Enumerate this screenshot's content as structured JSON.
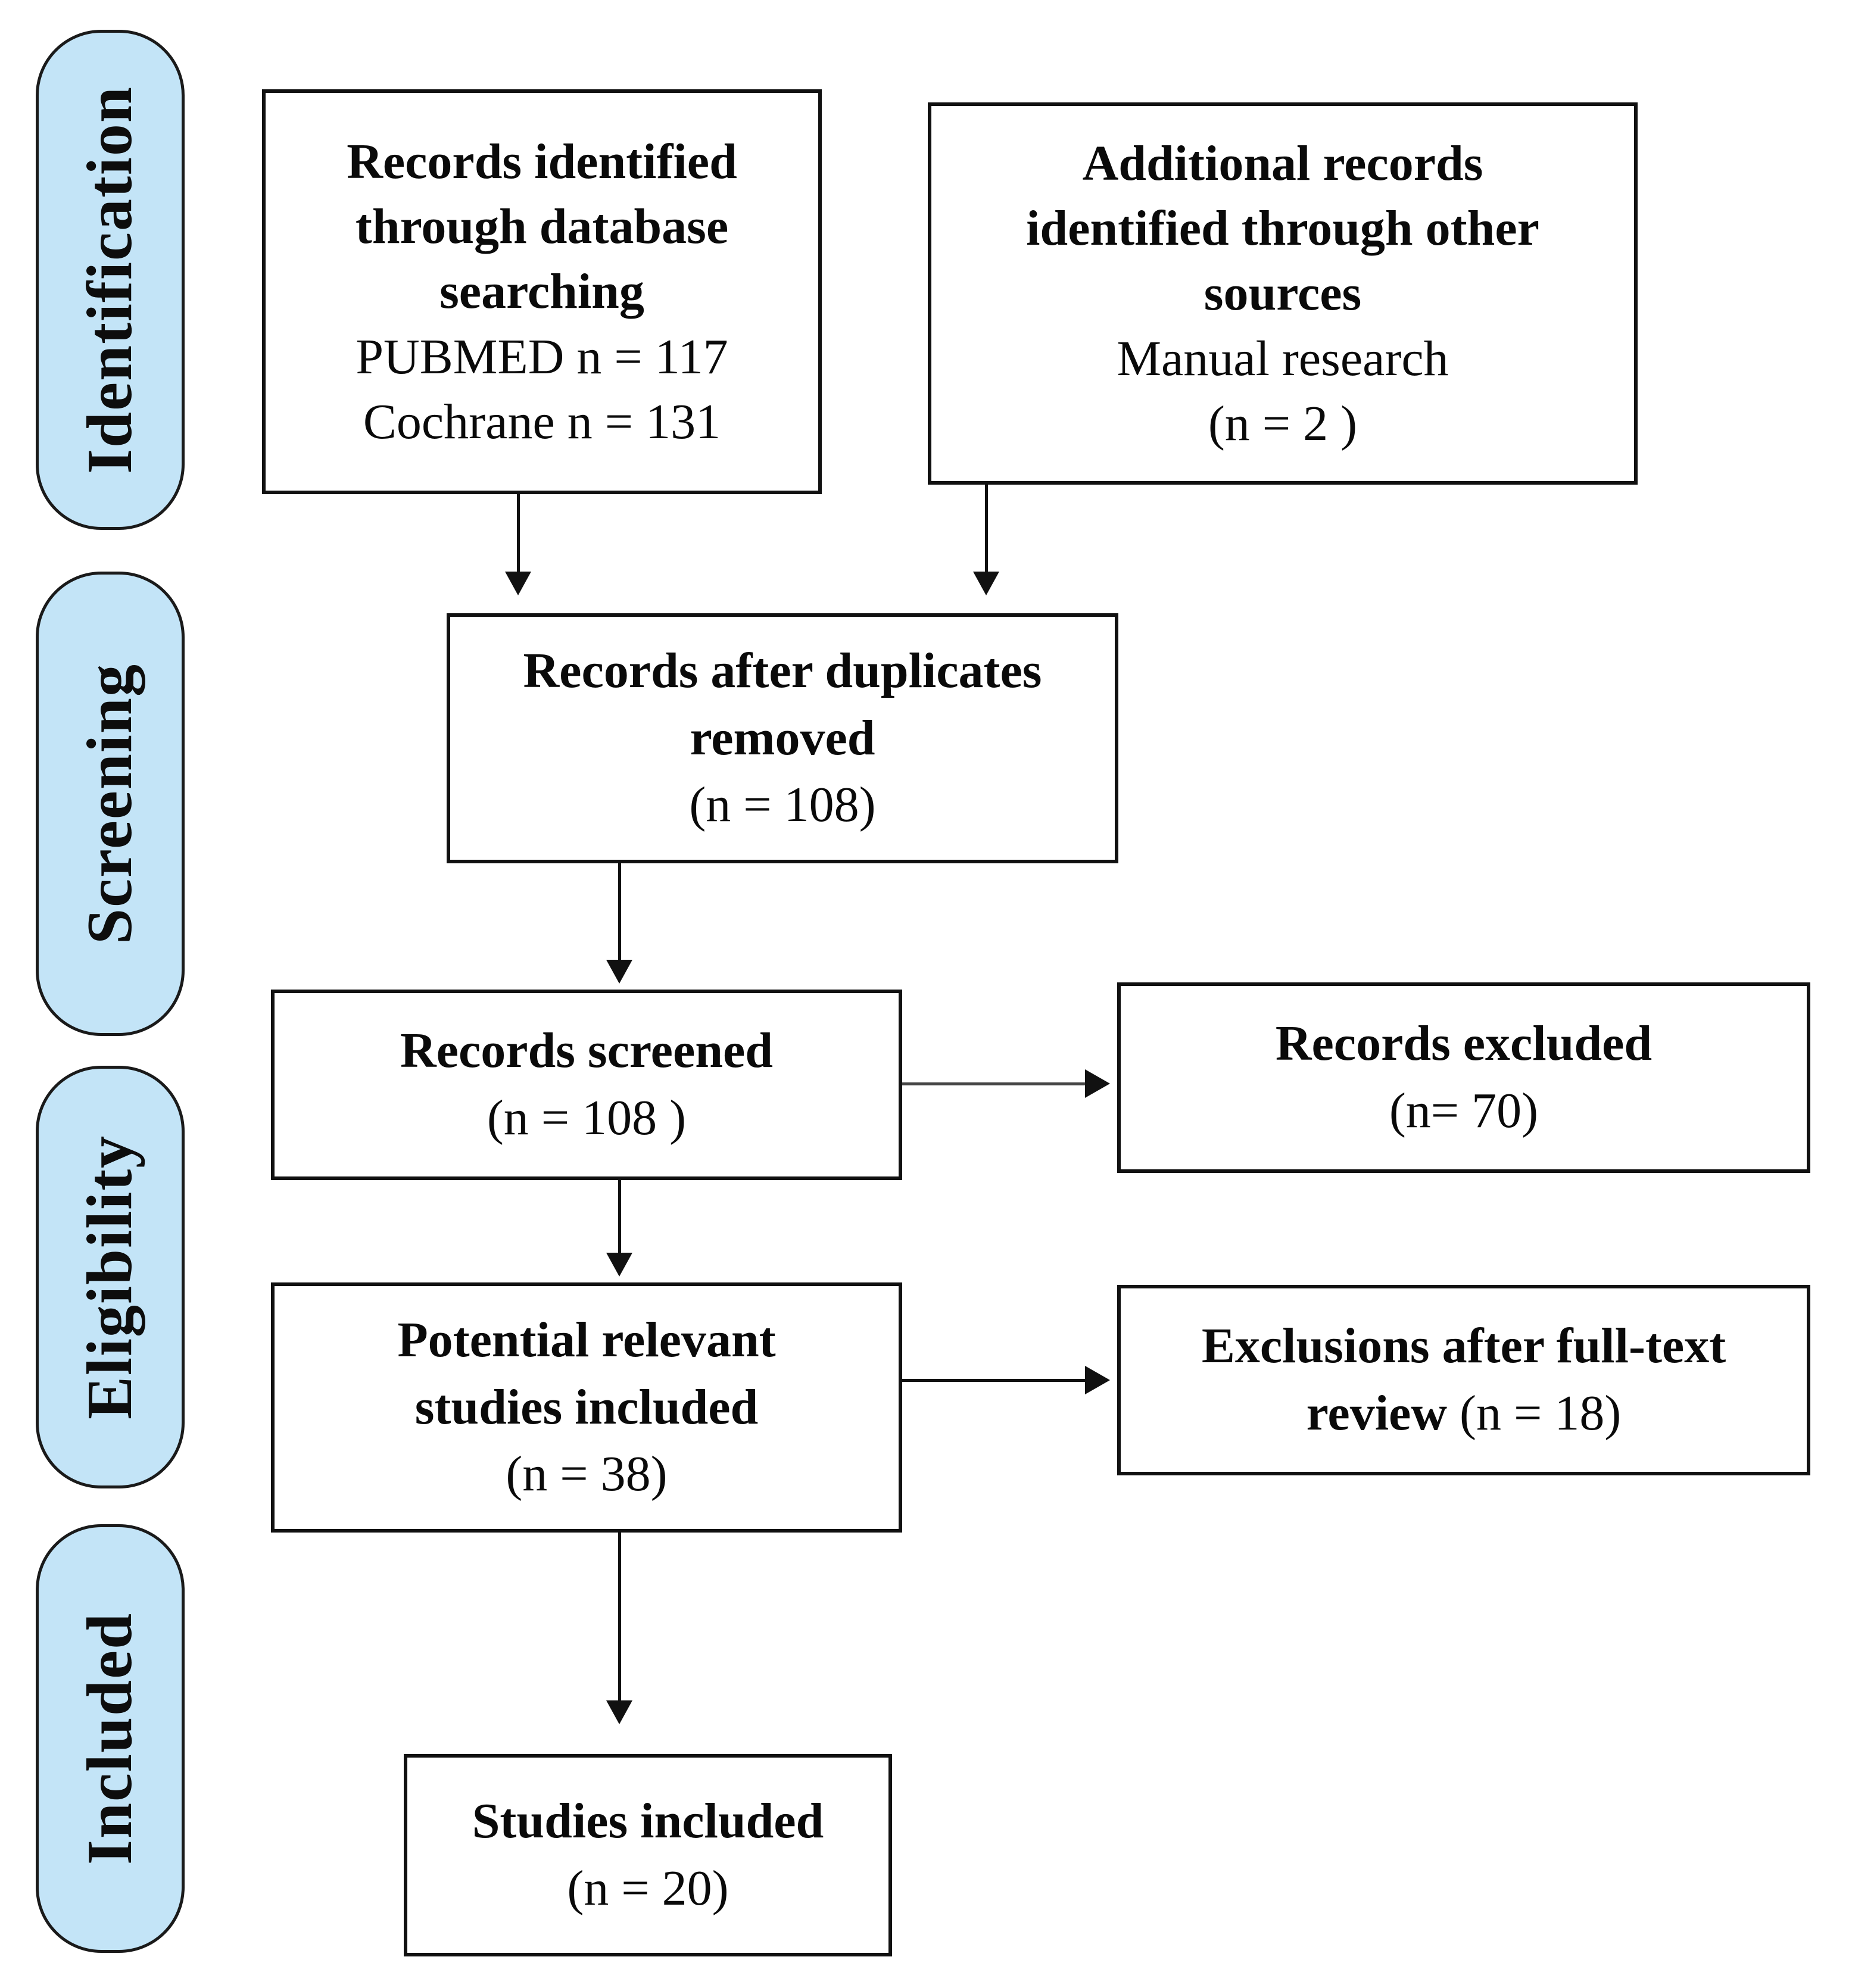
{
  "diagram": {
    "title": "PRISMA flow diagram",
    "accent_color": "#c3e4f7",
    "line_color": "#111111",
    "box_border_color": "#111111"
  },
  "phases": [
    {
      "id": "identification",
      "label": "Identification"
    },
    {
      "id": "screening",
      "label": "Screening"
    },
    {
      "id": "eligibility",
      "label": "Eligibility"
    },
    {
      "id": "included",
      "label": "Included"
    }
  ],
  "boxes": {
    "records_identified": {
      "line1": "Records identified",
      "line2": "through database",
      "line3": "searching",
      "line4": "PUBMED n =  117",
      "line5": "Cochrane n = 131"
    },
    "additional_records": {
      "line1": "Additional records",
      "line2": "identified through other",
      "line3": "sources",
      "line4": "Manual research",
      "line5": "(n = 2 )"
    },
    "duplicates_removed": {
      "line1": "Records after duplicates",
      "line2": "removed",
      "line3": "(n = 108)"
    },
    "records_screened": {
      "line1": "Records screened",
      "line2": "(n = 108 )"
    },
    "records_excluded": {
      "line1": "Records excluded",
      "line2": "(n= 70)"
    },
    "potential_relevant": {
      "line1": "Potential relevant",
      "line2": "studies included",
      "line3": "(n =  38)"
    },
    "exclusions_fulltext": {
      "line1": "Exclusions after full-text",
      "line2": "review",
      "line3": "(n = 18)"
    },
    "studies_included": {
      "line1": "Studies included",
      "line2": "(n = 20)"
    }
  },
  "chart_data": {
    "type": "diagram",
    "title": "PRISMA flow diagram",
    "nodes": [
      {
        "id": "records_identified",
        "phase": "Identification",
        "label": "Records identified through database searching",
        "counts": {
          "PUBMED": 117,
          "Cochrane": 131
        }
      },
      {
        "id": "additional_records",
        "phase": "Identification",
        "label": "Additional records identified through other sources - Manual research",
        "n": 2
      },
      {
        "id": "duplicates_removed",
        "phase": "Screening",
        "label": "Records after duplicates removed",
        "n": 108
      },
      {
        "id": "records_screened",
        "phase": "Screening",
        "label": "Records screened",
        "n": 108
      },
      {
        "id": "records_excluded",
        "phase": "Screening",
        "label": "Records excluded",
        "n": 70
      },
      {
        "id": "potential_relevant",
        "phase": "Eligibility",
        "label": "Potential relevant studies included",
        "n": 38
      },
      {
        "id": "exclusions_fulltext",
        "phase": "Eligibility",
        "label": "Exclusions after full-text review",
        "n": 18
      },
      {
        "id": "studies_included",
        "phase": "Included",
        "label": "Studies included",
        "n": 20
      }
    ],
    "edges": [
      {
        "from": "records_identified",
        "to": "duplicates_removed",
        "direction": "down"
      },
      {
        "from": "additional_records",
        "to": "duplicates_removed",
        "direction": "down"
      },
      {
        "from": "duplicates_removed",
        "to": "records_screened",
        "direction": "down"
      },
      {
        "from": "records_screened",
        "to": "records_excluded",
        "direction": "right"
      },
      {
        "from": "records_screened",
        "to": "potential_relevant",
        "direction": "down"
      },
      {
        "from": "potential_relevant",
        "to": "exclusions_fulltext",
        "direction": "right"
      },
      {
        "from": "potential_relevant",
        "to": "studies_included",
        "direction": "down"
      }
    ]
  }
}
